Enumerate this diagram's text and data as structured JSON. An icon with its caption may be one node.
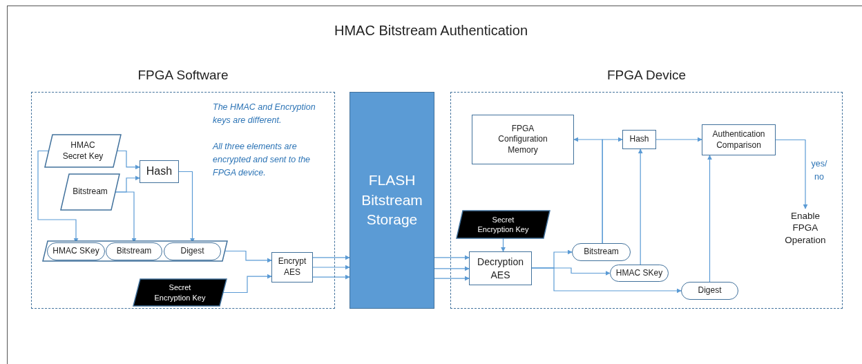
{
  "diagram": {
    "title": "HMAC Bitstream Authentication",
    "nodes": [
      {
        "text": [
          "FPGA Software"
        ]
      },
      {
        "text": [
          "HMAC Secret Key"
        ],
        "in": 0
      },
      {
        "text": [
          "Bitstream"
        ],
        "in": 0
      },
      {
        "text": [
          "Hash"
        ],
        "in": 0
      },
      {
        "text": [],
        "shape": "parallelogram",
        "in": 0
      },
      {
        "text": [
          "HMAC SKey"
        ],
        "in": 4
      },
      {
        "text": [
          "Bitstream"
        ],
        "in": 4
      },
      {
        "text": [
          "Digest"
        ],
        "in": 4
      },
      {
        "text": [
          "Secret Encryption Key"
        ],
        "in": 0
      },
      {
        "text": [
          "Encrypt AES"
        ],
        "in": 0
      },
      {
        "text": [
          "FLASH Bitstream Storage"
        ]
      },
      {
        "text": [
          "FPGA Device"
        ]
      },
      {
        "text": [
          "FPGA Configuration Memory"
        ],
        "in": 11
      },
      {
        "text": [
          "Hash"
        ],
        "in": 11
      },
      {
        "text": [
          "Authentication Comparison"
        ],
        "in": 11
      },
      {
        "text": [
          "Enable FPGA Operation"
        ],
        "in": 11
      },
      {
        "text": [
          "Secret Encryption Key"
        ],
        "in": 11
      },
      {
        "text": [
          "Decryption AES"
        ],
        "in": 11
      },
      {
        "text": [
          "Bitstream"
        ],
        "in": 11
      },
      {
        "text": [
          "HMAC SKey"
        ],
        "in": 11
      },
      {
        "text": [
          "Digest"
        ],
        "in": 11
      }
    ],
    "edges": [
      {
        "from": 1,
        "to": 3,
        "arrow": "to"
      },
      {
        "from": 2,
        "to": 3,
        "arrow": "to"
      },
      {
        "from": 1,
        "to": 5,
        "arrow": "to"
      },
      {
        "from": 2,
        "to": 6,
        "arrow": "to"
      },
      {
        "from": 3,
        "to": 7,
        "arrow": "to"
      },
      {
        "from": 4,
        "to": 9,
        "arrow": "to"
      },
      {
        "from": 8,
        "to": 9,
        "arrow": "to"
      },
      {
        "from": 9,
        "to": 10,
        "arrow": "to"
      },
      {
        "from": 9,
        "to": 10,
        "arrow": "to"
      },
      {
        "from": 9,
        "to": 10,
        "arrow": "to"
      },
      {
        "from": 10,
        "to": 17,
        "arrow": "to"
      },
      {
        "from": 10,
        "to": 17,
        "arrow": "to"
      },
      {
        "from": 10,
        "to": 17,
        "arrow": "to"
      },
      {
        "from": 16,
        "to": 17,
        "arrow": "to"
      },
      {
        "from": 17,
        "to": 18,
        "arrow": "to"
      },
      {
        "from": 17,
        "to": 19,
        "arrow": "to"
      },
      {
        "from": 17,
        "to": 20,
        "arrow": "to"
      },
      {
        "from": 18,
        "to": 12,
        "arrow": "to"
      },
      {
        "from": 18,
        "to": 13,
        "arrow": "to"
      },
      {
        "from": 19,
        "to": 13,
        "arrow": "to"
      },
      {
        "from": 20,
        "to": 14,
        "arrow": "to"
      },
      {
        "from": 13,
        "to": 14,
        "arrow": "to"
      },
      {
        "from": 14,
        "to": 15,
        "arrow": "to",
        "label": "yes/ no"
      }
    ],
    "labels": [
      "The HMAC and Encryption keys are different.",
      "All three elements are encrypted and sent to the FPGA device."
    ]
  }
}
